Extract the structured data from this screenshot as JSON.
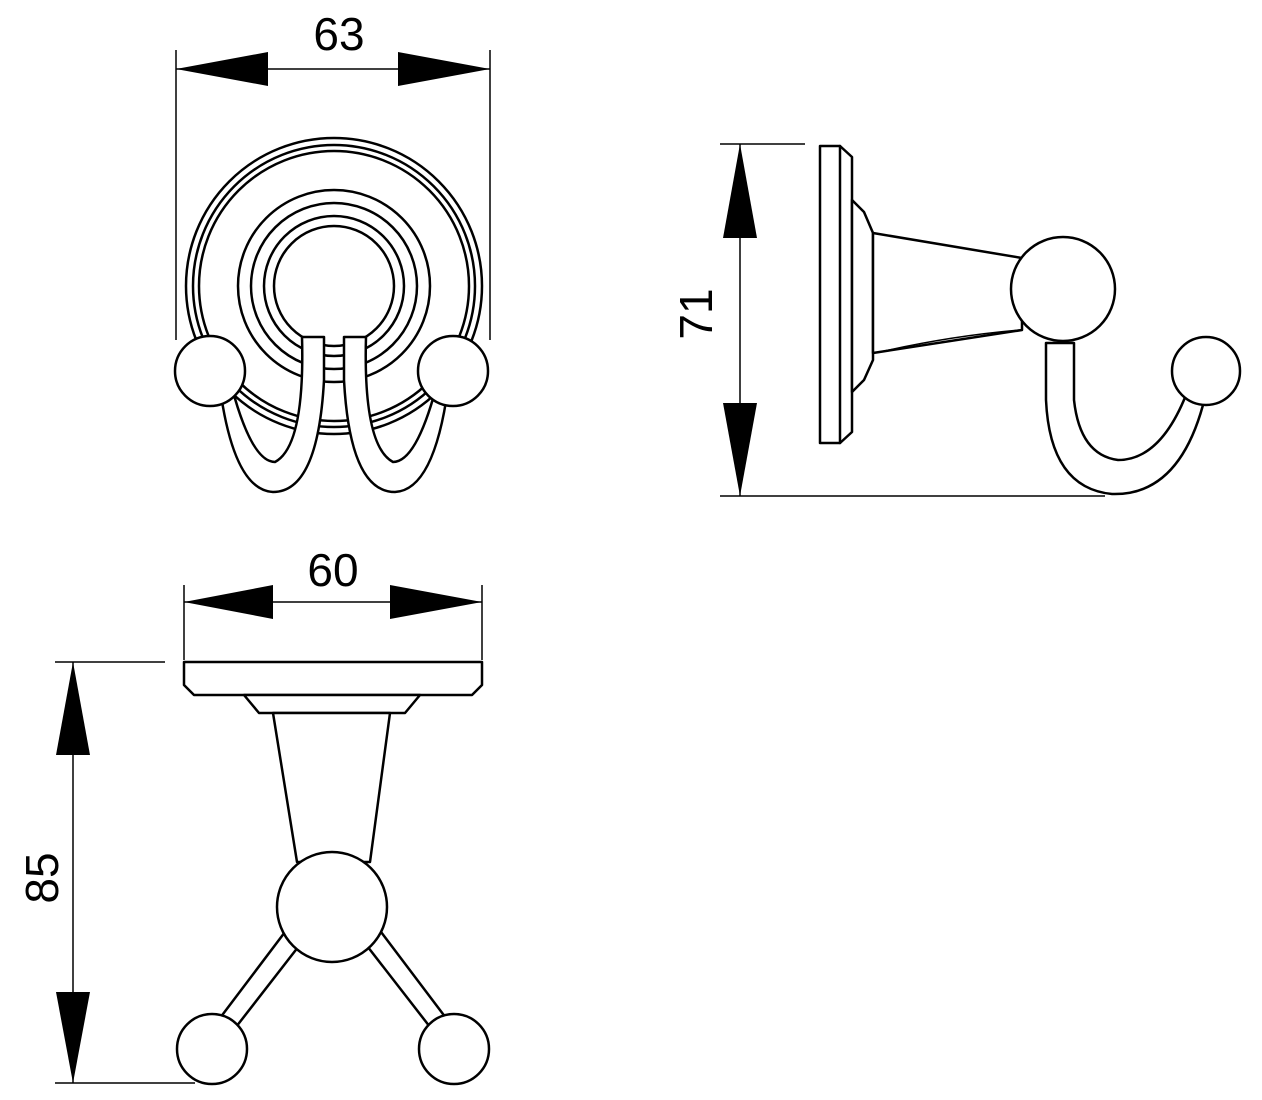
{
  "drawing": {
    "views": {
      "front": {
        "dimension": "63"
      },
      "side": {
        "dimension": "71"
      },
      "top": {
        "width_dimension": "60",
        "height_dimension": "85"
      }
    }
  }
}
